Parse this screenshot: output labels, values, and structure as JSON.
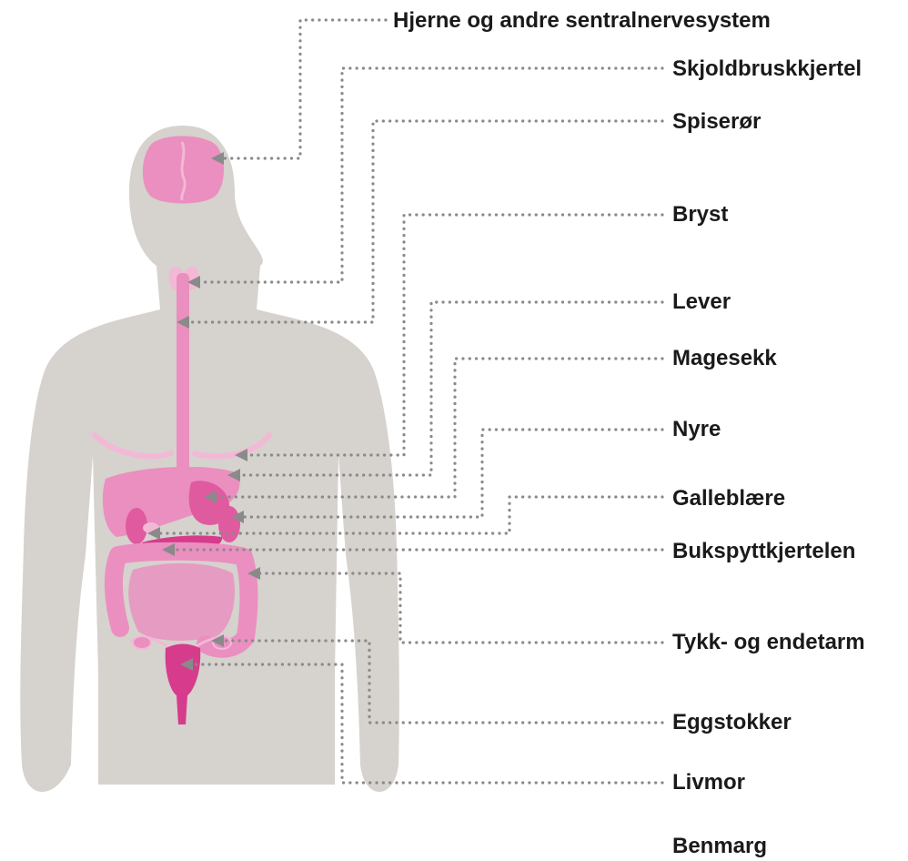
{
  "labels": [
    {
      "id": "brain",
      "text": "Hjerne og andre sentralnervesystem"
    },
    {
      "id": "thyroid",
      "text": "Skjoldbruskkjertel"
    },
    {
      "id": "esophagus",
      "text": "Spiserør"
    },
    {
      "id": "breast",
      "text": "Bryst"
    },
    {
      "id": "liver",
      "text": "Lever"
    },
    {
      "id": "stomach",
      "text": "Magesekk"
    },
    {
      "id": "kidney",
      "text": "Nyre"
    },
    {
      "id": "gallbladder",
      "text": "Galleblære"
    },
    {
      "id": "pancreas",
      "text": "Bukspyttkjertelen"
    },
    {
      "id": "colon",
      "text": "Tykk- og endetarm"
    },
    {
      "id": "ovaries",
      "text": "Eggstokker"
    },
    {
      "id": "uterus",
      "text": "Livmor"
    },
    {
      "id": "bone_marrow",
      "text": "Benmarg"
    }
  ],
  "colors": {
    "body": "#d6d2ce",
    "organ": "#ea8fbf",
    "organ_dark": "#e05aa0",
    "organ_light": "#f3b8d6",
    "leader": "#8a8a8a",
    "text": "#1a1a1a"
  }
}
